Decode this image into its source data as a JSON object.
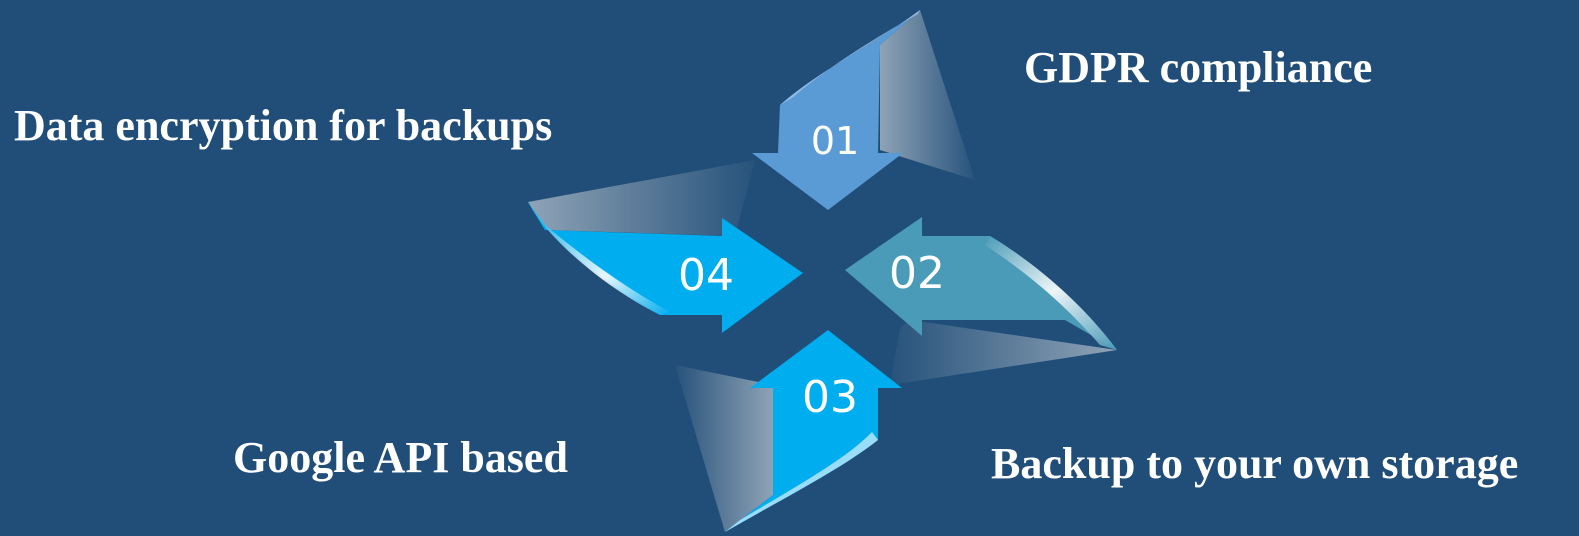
{
  "steps": [
    {
      "number": "01",
      "label": "GDPR compliance",
      "color": "#5b9bd5"
    },
    {
      "number": "02",
      "label": "Backup to your own storage",
      "color": "#4a9bb7"
    },
    {
      "number": "03",
      "label": "Google API based",
      "color": "#00adef"
    },
    {
      "number": "04",
      "label": "Data encryption for backups",
      "color": "#00adef"
    }
  ],
  "colors": {
    "background": "#214e78",
    "fold": "#8a9aab"
  }
}
